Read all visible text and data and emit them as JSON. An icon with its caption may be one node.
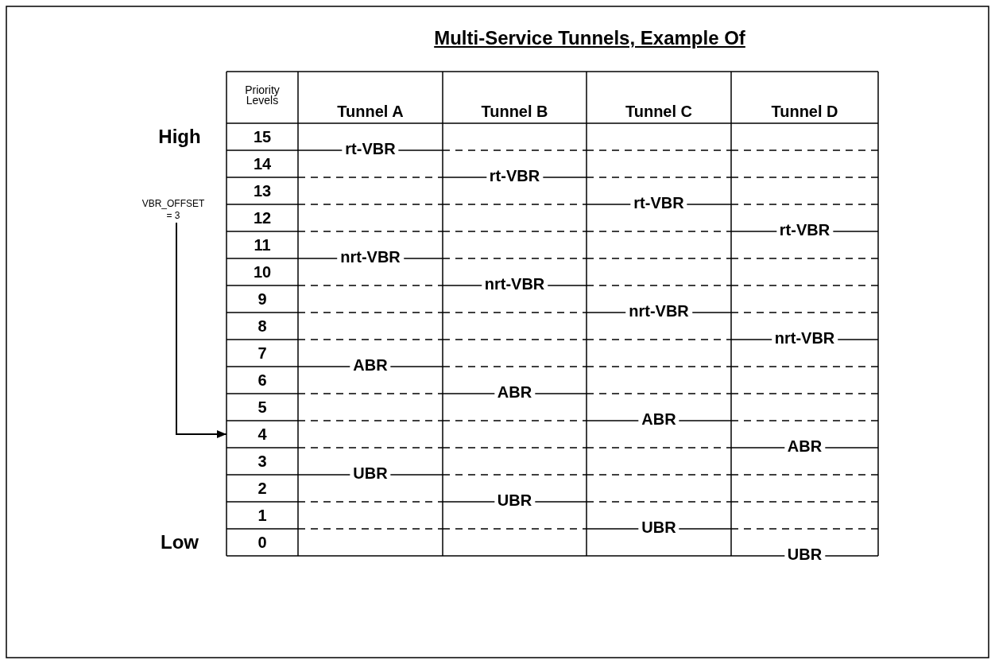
{
  "diagram": {
    "title": "Multi-Service Tunnels, Example Of",
    "nodes": [
      {
        "text": [
          "VBR_OFFSET = 3"
        ]
      },
      {
        "text": [
          "4"
        ]
      }
    ],
    "edges": [
      {
        "from": 0,
        "to": 1,
        "arrow": "to"
      }
    ],
    "labels": [
      "Priority Levels",
      "Tunnel A",
      "Tunnel B",
      "Tunnel C",
      "Tunnel D",
      "High",
      "15",
      "14",
      "13",
      "12",
      "11",
      "10",
      "9",
      "8",
      "7",
      "6",
      "5",
      "3",
      "2",
      "1",
      "Low",
      "0",
      "rt-VBR",
      "nrt-VBR",
      "ABR",
      "UBR",
      "rt-VBR",
      "nrt-VBR",
      "ABR",
      "UBR",
      "rt-VBR",
      "nrt-VBR",
      "ABR",
      "UBR",
      "rt-VBR",
      "nrt-VBR",
      "ABR",
      "UBR"
    ]
  }
}
